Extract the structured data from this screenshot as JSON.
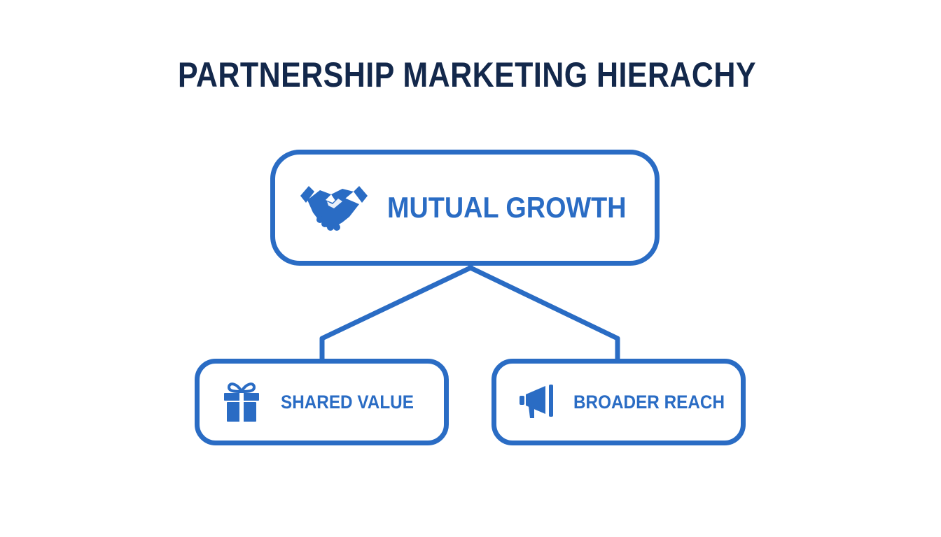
{
  "title": "PARTNERSHIP MARKETING HIERACHY",
  "colors": {
    "title": "#13284b",
    "accent": "#2a6cc4",
    "background": "#ffffff"
  },
  "nodes": {
    "root": {
      "label": "MUTUAL GROWTH",
      "icon": "handshake-icon"
    },
    "left": {
      "label": "SHARED VALUE",
      "icon": "gift-icon"
    },
    "right": {
      "label": "BROADER REACH",
      "icon": "megaphone-icon"
    }
  }
}
